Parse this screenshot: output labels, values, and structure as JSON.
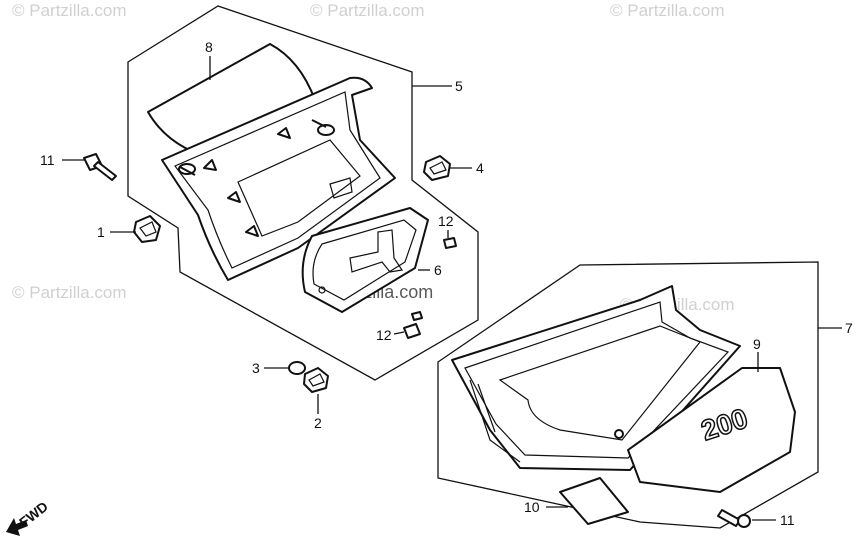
{
  "watermarks": {
    "top_left": "© Partzilla.com",
    "top_center": "© Partzilla.com",
    "top_right": "© Partzilla.com",
    "mid_left": "© Partzilla.com",
    "mid_right": "© Partzilla.com",
    "center": "© Partzilla.com"
  },
  "callouts": {
    "c1": "1",
    "c2": "2",
    "c3": "3",
    "c4": "4",
    "c5": "5",
    "c6": "6",
    "c7": "7",
    "c8": "8",
    "c9": "9",
    "c10": "10",
    "c11_left": "11",
    "c11_right": "11",
    "c12_top": "12",
    "c12_bottom": "12"
  },
  "emblem_text": "200",
  "fwd_label": "FWD",
  "colors": {
    "line": "#111111",
    "watermark": "#d0d0d0"
  }
}
